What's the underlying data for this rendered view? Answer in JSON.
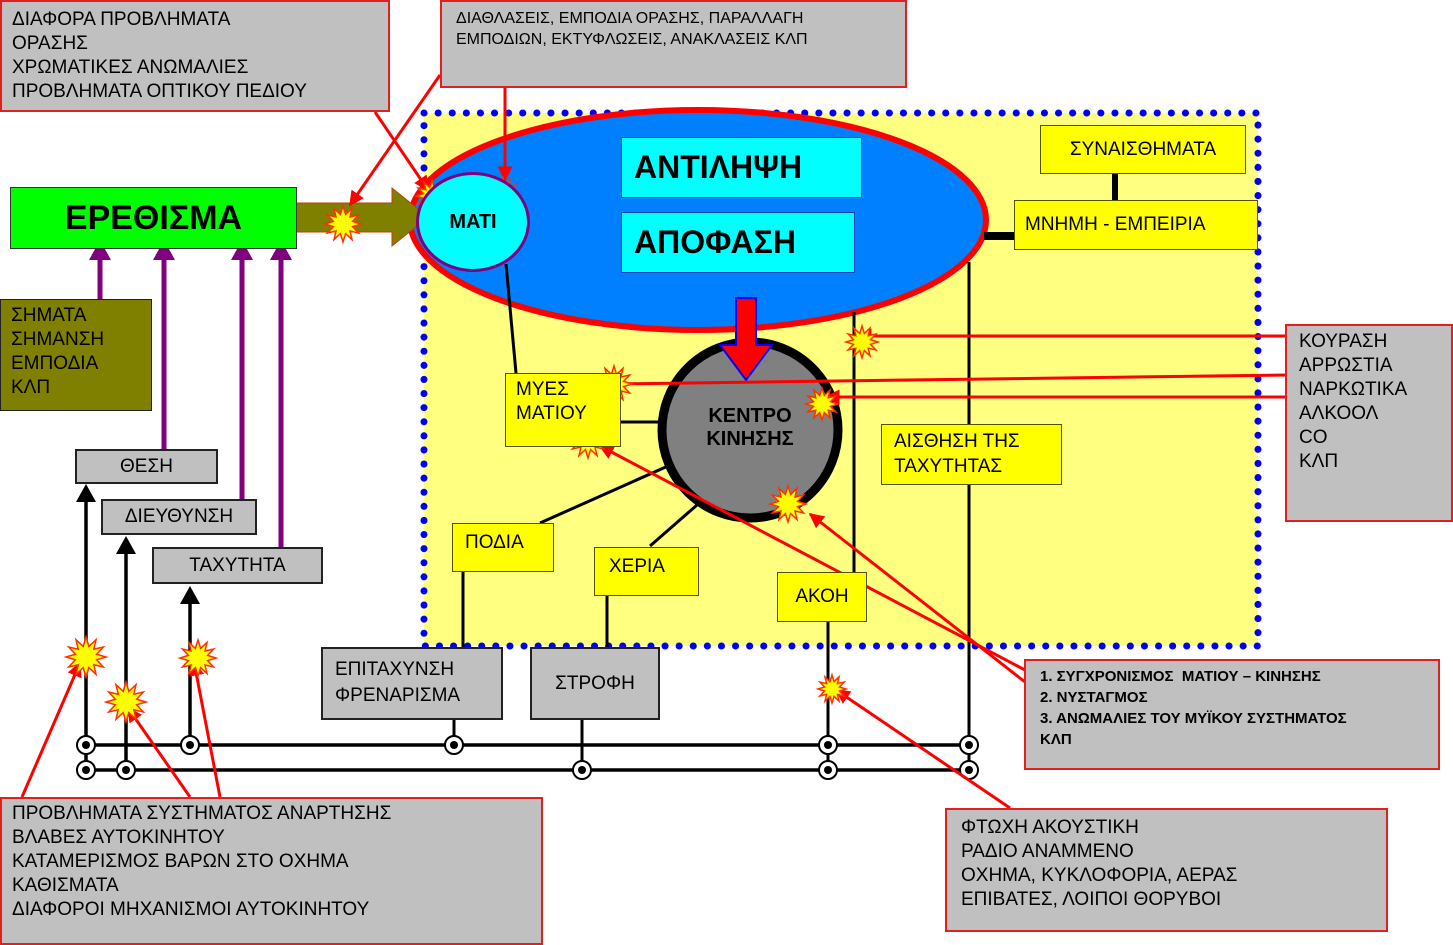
{
  "colors": {
    "stimulus_green": "#00ff00",
    "signs_olive": "#808000",
    "yellow_zone": "#ffff80",
    "yellow_box": "#ffff00",
    "brain_blue": "#0080ff",
    "eye_cyan": "#00ffff",
    "red_arrow": "#ff0000",
    "purple_arrow": "#800080",
    "gray_box": "#c0c0c0",
    "dots_blue": "#0000ee"
  },
  "factors": {
    "vision_problems": [
      "ΔΙΑΦΟΡΑ ΠΡΟΒΛΗΜΑΤΑ",
      "ΟΡΑΣΗΣ",
      "ΧΡΩΜΑΤΙΚΕΣ ΑΝΩΜΑΛΙΕΣ",
      "ΠΡΟΒΛΗΜΑΤΑ ΟΠΤΙΚΟΥ ΠΕΔΙΟΥ"
    ],
    "optical_obstacles": [
      "ΔΙΑΘΛΑΣΕΙΣ, ΕΜΠΟΔΙΑ ΟΡΑΣΗΣ, ΠΑΡΑΛΛΑΓΗ",
      "ΕΜΠΟΔΙΩΝ, ΕΚΤΥΦΛΩΣΕΙΣ, ΑΝΑΚΛΑΣΕΙΣ ΚΛΠ"
    ],
    "driver_state": [
      "ΚΟΥΡΑΣΗ",
      "ΑΡΡΩΣΤΙΑ",
      "ΝΑΡΚΩΤΙΚΑ",
      "ΑΛΚΟΟΛ",
      "CO",
      "ΚΛΠ"
    ],
    "coordination": [
      "1. ΣΥΓΧΡΟΝΙΣΜΟΣ  ΜΑΤΙΟΥ – ΚΙΝΗΣΗΣ",
      "2. ΝΥΣΤΑΓΜΟΣ",
      "3. ΑΝΩΜΑΛΙΕΣ ΤΟΥ ΜΥΪΚΟΥ ΣΥΣΤΗΜΑΤΟΣ",
      "ΚΛΠ"
    ],
    "vehicle_problems": [
      "ΠΡΟΒΛΗΜΑΤΑ ΣΥΣΤΗΜΑΤΟΣ ΑΝΑΡΤΗΣΗΣ",
      "ΒΛΑΒΕΣ ΑΥΤΟΚΙΝΗΤΟΥ",
      "ΚΑΤΑΜΕΡΙΣΜΟΣ ΒΑΡΩΝ ΣΤΟ ΟΧΗΜΑ",
      "ΚΑΘΙΣΜΑΤΑ",
      "ΔΙΑΦΟΡΟΙ ΜΗΧΑΝΙΣΜΟΙ ΑΥΤΟΚΙΝΗΤΟΥ"
    ],
    "acoustic": [
      "ΦΤΩΧΗ ΑΚΟΥΣΤΙΚΗ",
      "ΡΑΔΙΟ ΑΝΑΜΜΕΝΟ",
      "ΟΧΗΜΑ, ΚΥΚΛΟΦΟΡΙΑ, ΑΕΡΑΣ",
      "ΕΠΙΒΑΤΕΣ, ΛΟΙΠΟΙ ΘΟΡΥΒΟΙ"
    ]
  },
  "stimulus": {
    "label": "ΕΡΕΘΙΣΜΑ",
    "signs": [
      "ΣΗΜΑΤΑ",
      "ΣΗΜΑΝΣΗ",
      "ΕΜΠΟΔΙΑ",
      "ΚΛΠ"
    ]
  },
  "vehicle_state": {
    "position": "ΘΕΣΗ",
    "direction": "ΔΙΕΥΘΥΝΣΗ",
    "speed": "ΤΑΧΥΤΗΤΑ"
  },
  "driver": {
    "eye": "ΜΑΤΙ",
    "perception": "ΑΝΤΙΛΗΨΗ",
    "decision": "ΑΠΟΦΑΣΗ",
    "emotions": "ΣΥΝΑΙΣΘΗΜΑΤΑ",
    "memory": "ΜΝΗΜΗ - ΕΜΠΕΙΡΙΑ",
    "motor_center": [
      "ΚΕΝΤΡΟ",
      "ΚΙΝΗΣΗΣ"
    ],
    "eye_muscles": [
      "ΜΥΕΣ",
      "ΜΑΤΙΟΥ"
    ],
    "speed_sense": [
      "ΑΙΣΘΗΣΗ ΤΗΣ",
      "ΤΑΧΥΤΗΤΑΣ"
    ],
    "feet": "ΠΟΔΙΑ",
    "hands": "ΧΕΡΙΑ",
    "hearing": "ΑΚΟΗ"
  },
  "controls": {
    "accel_brake": [
      "ΕΠΙΤΑΧΥΝΣΗ",
      "ΦΡΕΝΑΡΙΣΜΑ"
    ],
    "steering": "ΣΤΡΟΦΗ"
  }
}
